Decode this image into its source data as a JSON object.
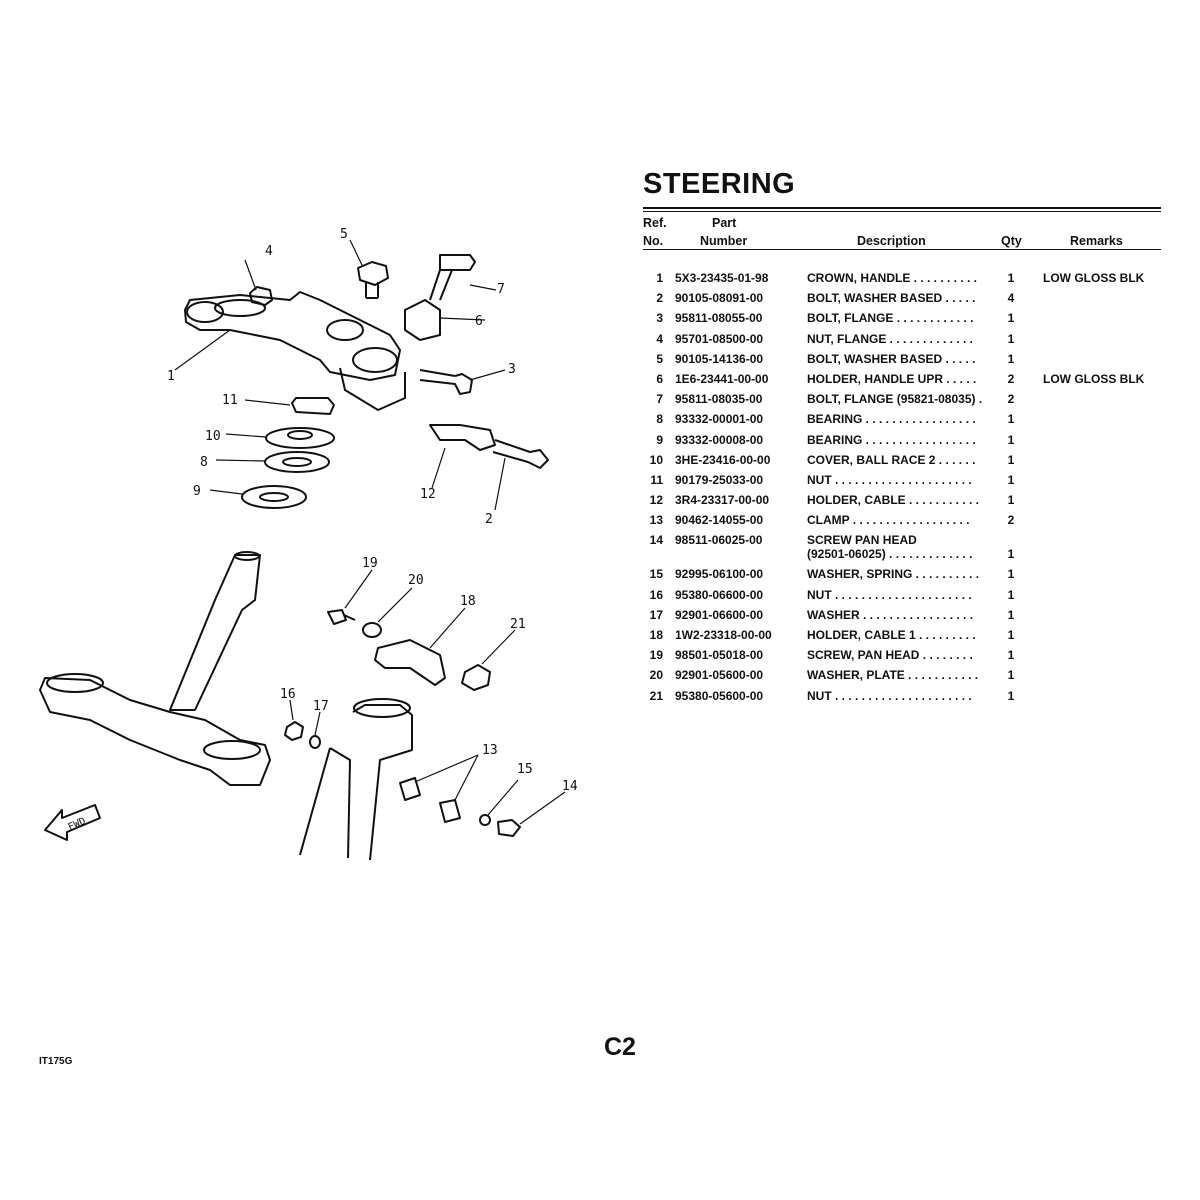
{
  "title": "STEERING",
  "headers": {
    "ref_line1": "Ref.",
    "ref_line2": "No.",
    "part_line1": "Part",
    "part_line2": "Number",
    "description": "Description",
    "qty": "Qty",
    "remarks": "Remarks"
  },
  "parts": [
    {
      "ref": "1",
      "part": "5X3-23435-01-98",
      "desc": "CROWN, HANDLE  . . . . . . . . . .",
      "desc2": "",
      "qty": "1",
      "remarks": "LOW GLOSS BLK"
    },
    {
      "ref": "2",
      "part": "90105-08091-00",
      "desc": "BOLT, WASHER BASED  . . . . .",
      "desc2": "",
      "qty": "4",
      "remarks": ""
    },
    {
      "ref": "3",
      "part": "95811-08055-00",
      "desc": "BOLT, FLANGE  . . . . . . . . . . . .",
      "desc2": "",
      "qty": "1",
      "remarks": ""
    },
    {
      "ref": "4",
      "part": "95701-08500-00",
      "desc": "NUT, FLANGE  . . . . . . . . . . . . .",
      "desc2": "",
      "qty": "1",
      "remarks": ""
    },
    {
      "ref": "5",
      "part": "90105-14136-00",
      "desc": "BOLT, WASHER BASED  . . . . .",
      "desc2": "",
      "qty": "1",
      "remarks": ""
    },
    {
      "ref": "6",
      "part": "1E6-23441-00-00",
      "desc": "HOLDER, HANDLE UPR  . . . . .",
      "desc2": "",
      "qty": "2",
      "remarks": "LOW GLOSS BLK"
    },
    {
      "ref": "7",
      "part": "95811-08035-00",
      "desc": "BOLT, FLANGE (95821-08035)  .",
      "desc2": "",
      "qty": "2",
      "remarks": ""
    },
    {
      "ref": "8",
      "part": "93332-00001-00",
      "desc": "BEARING  . . . . . . . . . . . . . . . . .",
      "desc2": "",
      "qty": "1",
      "remarks": ""
    },
    {
      "ref": "9",
      "part": "93332-00008-00",
      "desc": "BEARING  . . . . . . . . . . . . . . . . .",
      "desc2": "",
      "qty": "1",
      "remarks": ""
    },
    {
      "ref": "10",
      "part": "3HE-23416-00-00",
      "desc": "COVER, BALL RACE 2  . . . . . .",
      "desc2": "",
      "qty": "1",
      "remarks": ""
    },
    {
      "ref": "11",
      "part": "90179-25033-00",
      "desc": "NUT  . . . . . . . . . . . . . . . . . . . . .",
      "desc2": "",
      "qty": "1",
      "remarks": ""
    },
    {
      "ref": "12",
      "part": "3R4-23317-00-00",
      "desc": "HOLDER, CABLE  . . . . . . . . . . .",
      "desc2": "",
      "qty": "1",
      "remarks": ""
    },
    {
      "ref": "13",
      "part": "90462-14055-00",
      "desc": "CLAMP  . . . . . . . . . . . . . . . . . .",
      "desc2": "",
      "qty": "2",
      "remarks": ""
    },
    {
      "ref": "14",
      "part": "98511-06025-00",
      "desc": "SCREW PAN HEAD",
      "desc2": "(92501-06025)  . . . . . . . . . . . . .",
      "qty": "1",
      "remarks": ""
    },
    {
      "ref": "15",
      "part": "92995-06100-00",
      "desc": "WASHER, SPRING  . . . . . . . . . .",
      "desc2": "",
      "qty": "1",
      "remarks": ""
    },
    {
      "ref": "16",
      "part": "95380-06600-00",
      "desc": "NUT  . . . . . . . . . . . . . . . . . . . . .",
      "desc2": "",
      "qty": "1",
      "remarks": ""
    },
    {
      "ref": "17",
      "part": "92901-06600-00",
      "desc": "WASHER  . . . . . . . . . . . . . . . . .",
      "desc2": "",
      "qty": "1",
      "remarks": ""
    },
    {
      "ref": "18",
      "part": "1W2-23318-00-00",
      "desc": "HOLDER, CABLE 1  . . . . . . . . .",
      "desc2": "",
      "qty": "1",
      "remarks": ""
    },
    {
      "ref": "19",
      "part": "98501-05018-00",
      "desc": "SCREW, PAN HEAD  . . . . . . . .",
      "desc2": "",
      "qty": "1",
      "remarks": ""
    },
    {
      "ref": "20",
      "part": "92901-05600-00",
      "desc": "WASHER, PLATE  . . . . . . . . . . .",
      "desc2": "",
      "qty": "1",
      "remarks": ""
    },
    {
      "ref": "21",
      "part": "95380-05600-00",
      "desc": "NUT  . . . . . . . . . . . . . . . . . . . . .",
      "desc2": "",
      "qty": "1",
      "remarks": ""
    }
  ],
  "diagram": {
    "callouts": [
      "1",
      "2",
      "3",
      "4",
      "5",
      "6",
      "7",
      "8",
      "9",
      "10",
      "11",
      "12",
      "13",
      "14",
      "15",
      "16",
      "17",
      "18",
      "19",
      "20",
      "21"
    ],
    "fwd_label": "FWD"
  },
  "page_label": "C2",
  "model_code": "IT175G"
}
